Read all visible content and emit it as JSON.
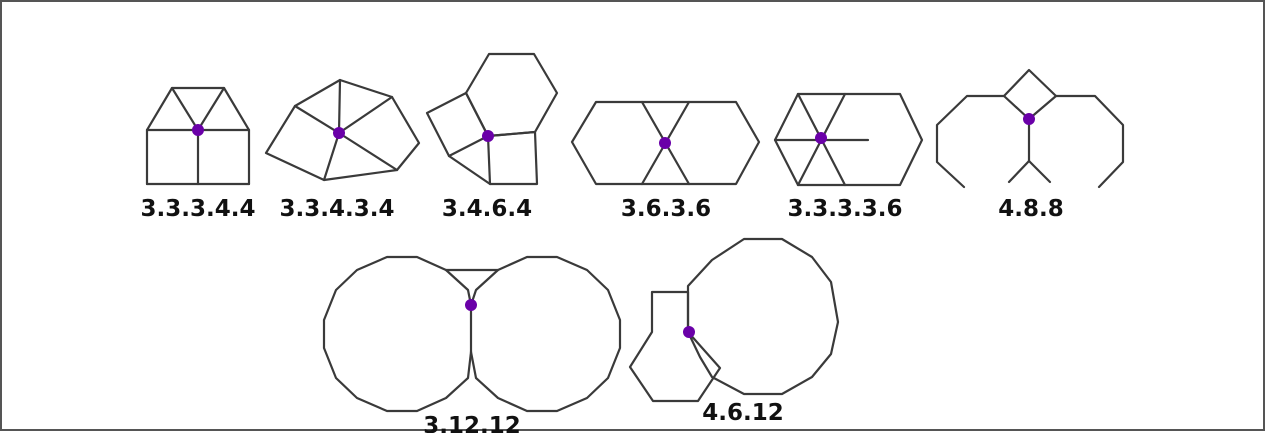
{
  "vertex_color": "#6a00a8",
  "edge_color": "#3a3a3a",
  "figures": [
    {
      "label": "3.3.3.4.4"
    },
    {
      "label": "3.3.4.3.4"
    },
    {
      "label": "3.4.6.4"
    },
    {
      "label": "3.6.3.6"
    },
    {
      "label": "3.3.3.3.6"
    },
    {
      "label": "4.8.8"
    },
    {
      "label": "3.12.12"
    },
    {
      "label": "4.6.12"
    }
  ]
}
